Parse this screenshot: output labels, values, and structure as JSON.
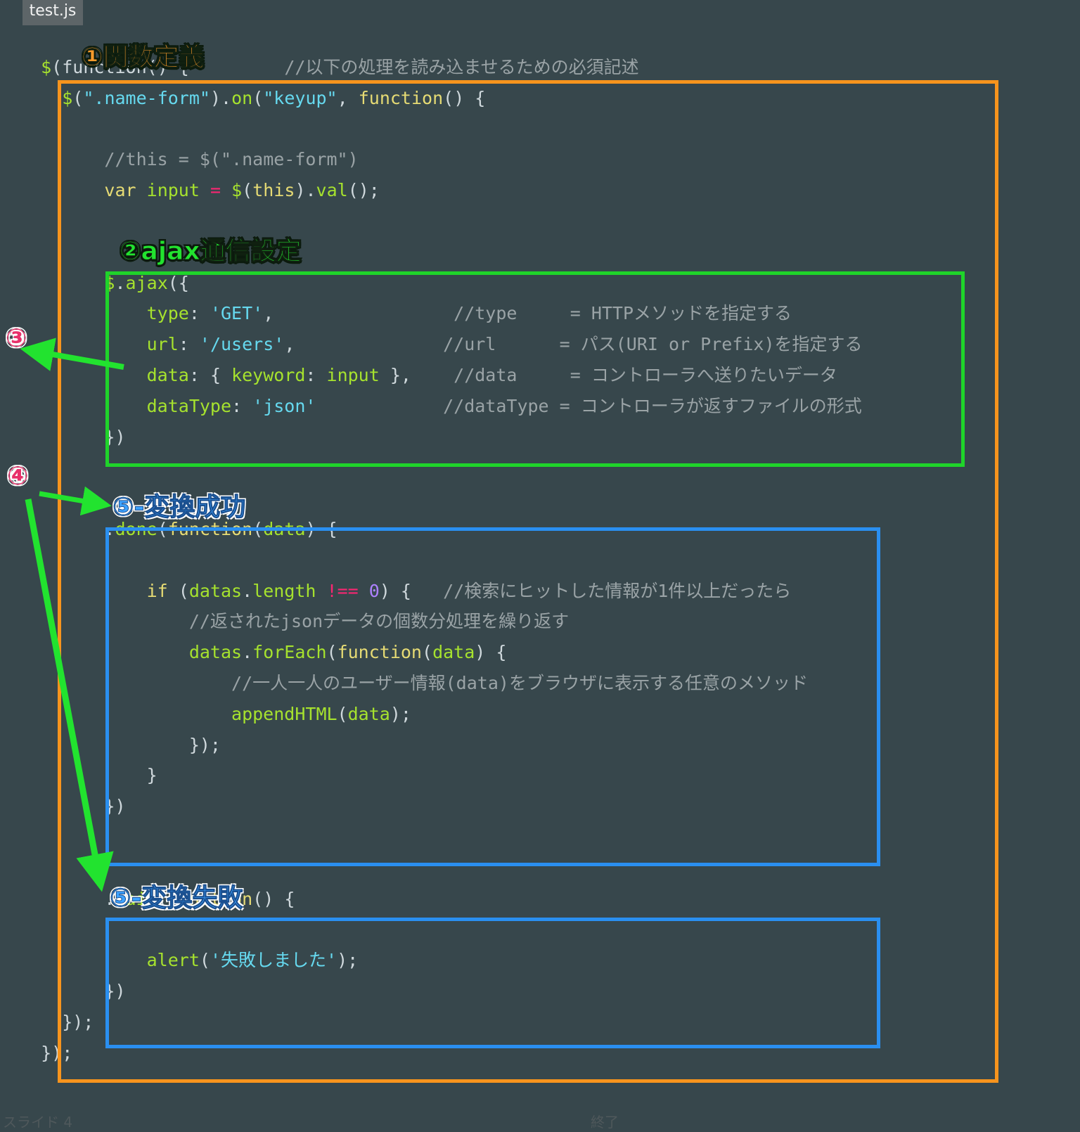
{
  "tab": {
    "title": "test.js"
  },
  "annotations": {
    "label1": "①関数定義",
    "label2": "②ajax通信設定",
    "label3": "⑤-変換成功",
    "label4": "⑤-変換失敗",
    "marker3": "③",
    "marker4": "④"
  },
  "colors": {
    "orange": "#f7941d",
    "green": "#1fd42a",
    "blue": "#2a8ff0",
    "marker": "#e8306a"
  },
  "code": [
    [
      [
        "pl",
        "  "
      ],
      [
        "fn",
        "$"
      ],
      [
        "pl",
        "(fun"
      ],
      [
        "pl",
        "ction() {"
      ],
      [
        "pl",
        "         "
      ],
      [
        "cm",
        "//以下の処理を読み込ませるための必須記述"
      ]
    ],
    [
      [
        "pl",
        "    "
      ],
      [
        "fn",
        "$"
      ],
      [
        "pl",
        "("
      ],
      [
        "st",
        "\".name-form\""
      ],
      [
        "pl",
        ")."
      ],
      [
        "fn",
        "on"
      ],
      [
        "pl",
        "("
      ],
      [
        "st",
        "\"keyup\""
      ],
      [
        "pl",
        ", "
      ],
      [
        "kw",
        "function"
      ],
      [
        "pl",
        "() {"
      ]
    ],
    [],
    [
      [
        "pl",
        "        "
      ],
      [
        "cm",
        "//this = $(\".name-form\")"
      ]
    ],
    [
      [
        "pl",
        "        "
      ],
      [
        "kw",
        "var"
      ],
      [
        "pl",
        " "
      ],
      [
        "fn",
        "input"
      ],
      [
        "pl",
        " "
      ],
      [
        "op",
        "="
      ],
      [
        "pl",
        " "
      ],
      [
        "fn",
        "$"
      ],
      [
        "pl",
        "("
      ],
      [
        "kw",
        "this"
      ],
      [
        "pl",
        ")."
      ],
      [
        "fn",
        "val"
      ],
      [
        "pl",
        "();"
      ]
    ],
    [],
    [],
    [
      [
        "pl",
        "        "
      ],
      [
        "fn",
        "$"
      ],
      [
        "pl",
        "."
      ],
      [
        "fn",
        "ajax"
      ],
      [
        "pl",
        "({"
      ]
    ],
    [
      [
        "pl",
        "            "
      ],
      [
        "fn",
        "type"
      ],
      [
        "pl",
        ": "
      ],
      [
        "st",
        "'GET'"
      ],
      [
        "pl",
        ",                 "
      ],
      [
        "cm",
        "//type     = HTTPメソッドを指定する"
      ]
    ],
    [
      [
        "pl",
        "            "
      ],
      [
        "fn",
        "url"
      ],
      [
        "pl",
        ": "
      ],
      [
        "st",
        "'/users'"
      ],
      [
        "pl",
        ",              "
      ],
      [
        "cm",
        "//url      = パス(URI or Prefix)を指定する"
      ]
    ],
    [
      [
        "pl",
        "            "
      ],
      [
        "fn",
        "data"
      ],
      [
        "pl",
        ": { "
      ],
      [
        "fn",
        "keyword"
      ],
      [
        "pl",
        ": "
      ],
      [
        "fn",
        "input"
      ],
      [
        "pl",
        " },    "
      ],
      [
        "cm",
        "//data     = コントローラへ送りたいデータ"
      ]
    ],
    [
      [
        "pl",
        "            "
      ],
      [
        "fn",
        "dataType"
      ],
      [
        "pl",
        ": "
      ],
      [
        "st",
        "'json'"
      ],
      [
        "pl",
        "            "
      ],
      [
        "cm",
        "//dataType = コントローラが返すファイルの形式"
      ]
    ],
    [
      [
        "pl",
        "        })"
      ]
    ],
    [],
    [],
    [
      [
        "pl",
        "        ."
      ],
      [
        "fn",
        "done"
      ],
      [
        "pl",
        "("
      ],
      [
        "kw",
        "function"
      ],
      [
        "pl",
        "("
      ],
      [
        "fn",
        "data"
      ],
      [
        "pl",
        ") {"
      ]
    ],
    [],
    [
      [
        "pl",
        "            "
      ],
      [
        "kw",
        "if"
      ],
      [
        "pl",
        " ("
      ],
      [
        "fn",
        "datas"
      ],
      [
        "pl",
        "."
      ],
      [
        "fn",
        "length"
      ],
      [
        "pl",
        " "
      ],
      [
        "op",
        "!=="
      ],
      [
        "pl",
        " "
      ],
      [
        "nm",
        "0"
      ],
      [
        "pl",
        ") {   "
      ],
      [
        "cm",
        "//検索にヒットした情報が1件以上だったら"
      ]
    ],
    [
      [
        "pl",
        "                "
      ],
      [
        "cm",
        "//返されたjsonデータの個数分処理を繰り返す"
      ]
    ],
    [
      [
        "pl",
        "                "
      ],
      [
        "fn",
        "datas"
      ],
      [
        "pl",
        "."
      ],
      [
        "fn",
        "forEach"
      ],
      [
        "pl",
        "("
      ],
      [
        "kw",
        "function"
      ],
      [
        "pl",
        "("
      ],
      [
        "fn",
        "data"
      ],
      [
        "pl",
        ") {"
      ]
    ],
    [
      [
        "pl",
        "                    "
      ],
      [
        "cm",
        "//一人一人のユーザー情報(data)をブラウザに表示する任意のメソッド"
      ]
    ],
    [
      [
        "pl",
        "                    "
      ],
      [
        "fn",
        "appendHTML"
      ],
      [
        "pl",
        "("
      ],
      [
        "fn",
        "data"
      ],
      [
        "pl",
        ");"
      ]
    ],
    [
      [
        "pl",
        "                });"
      ]
    ],
    [
      [
        "pl",
        "            }"
      ]
    ],
    [
      [
        "pl",
        "        })"
      ]
    ],
    [],
    [],
    [
      [
        "pl",
        "        ."
      ],
      [
        "fn",
        "fail"
      ],
      [
        "pl",
        "("
      ],
      [
        "kw",
        "function"
      ],
      [
        "pl",
        "() {"
      ]
    ],
    [],
    [
      [
        "pl",
        "            "
      ],
      [
        "fn",
        "alert"
      ],
      [
        "pl",
        "("
      ],
      [
        "st",
        "'失敗しました'"
      ],
      [
        "pl",
        ");"
      ]
    ],
    [
      [
        "pl",
        "        })"
      ]
    ],
    [
      [
        "pl",
        "    });"
      ]
    ],
    [
      [
        "pl",
        "  });"
      ]
    ]
  ],
  "bottom_bar": {
    "slide_label": "スライド 4",
    "end_label": "終了"
  }
}
